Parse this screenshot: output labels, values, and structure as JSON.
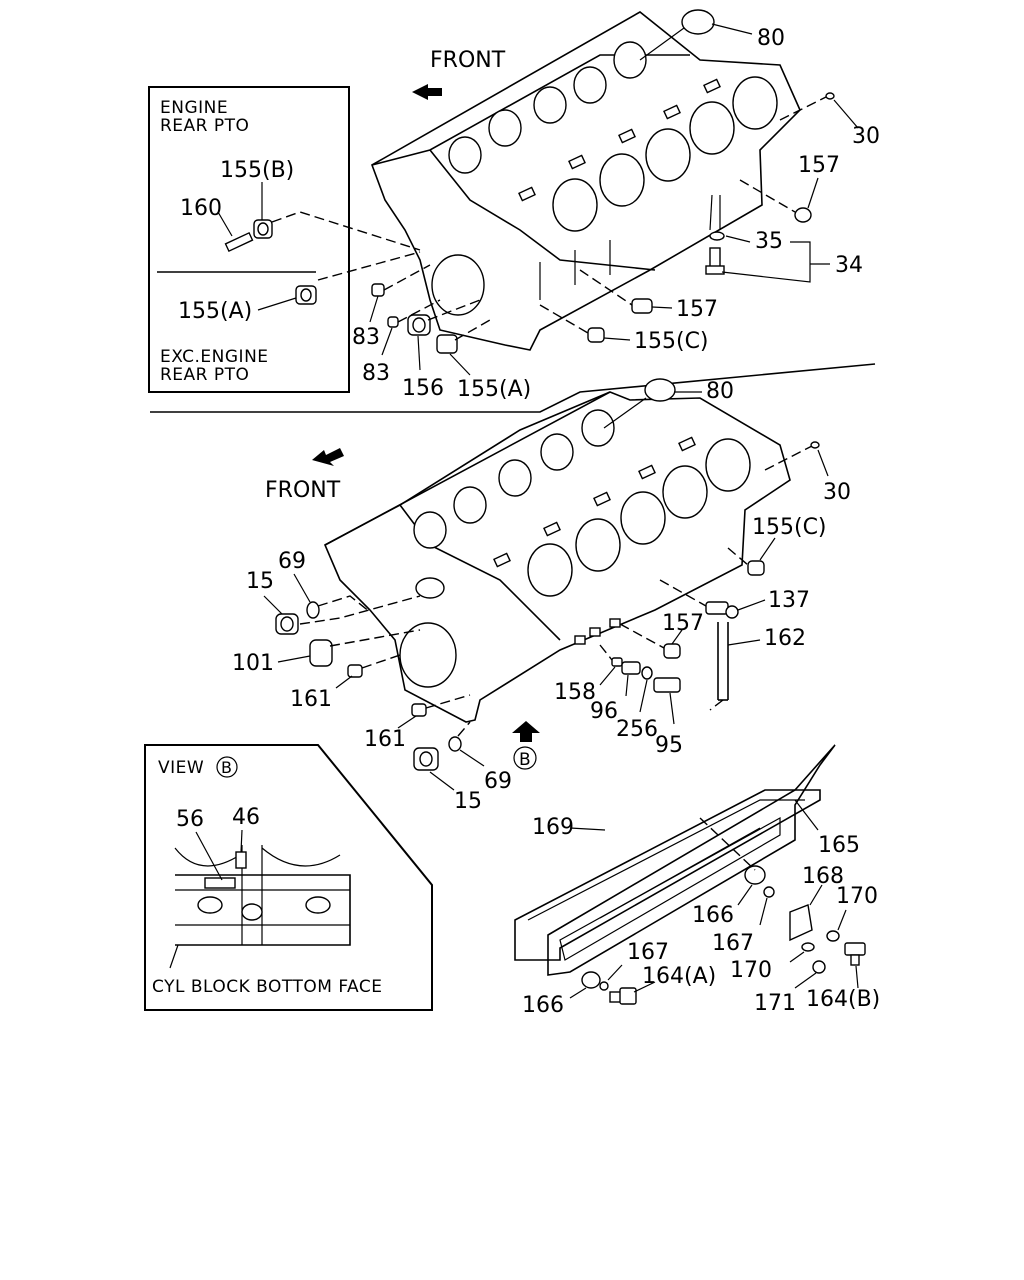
{
  "header": {
    "front_top": "FRONT",
    "front_middle": "FRONT"
  },
  "inset_top": {
    "engine_rear_pto_line1": "ENGINE",
    "engine_rear_pto_line2": "REAR PTO",
    "exc_line1": "EXC.ENGINE",
    "exc_line2": "REAR PTO",
    "label_155b": "155(B)",
    "label_160": "160",
    "label_155a": "155(A)"
  },
  "upper_block": {
    "label_80": "80",
    "label_30": "30",
    "label_157_right": "157",
    "label_35": "35",
    "label_34": "34",
    "label_157_lower": "157",
    "label_155c": "155(C)",
    "label_83_a": "83",
    "label_83_b": "83",
    "label_156": "156",
    "label_155a": "155(A)"
  },
  "lower_block": {
    "label_80": "80",
    "label_30": "30",
    "label_155c": "155(C)",
    "label_69_top": "69",
    "label_15_top": "15",
    "label_137": "137",
    "label_157": "157",
    "label_162": "162",
    "label_101": "101",
    "label_161_a": "161",
    "label_158": "158",
    "label_96": "96",
    "label_256": "256",
    "label_95": "95",
    "label_161_b": "161",
    "label_b_marker": "B",
    "label_69_bottom": "69",
    "label_15_bottom": "15"
  },
  "view_b": {
    "title": "VIEW",
    "marker": "B",
    "label_56": "56",
    "label_46": "46",
    "caption": "CYL BLOCK BOTTOM FACE"
  },
  "oil_pan": {
    "label_169": "169",
    "label_165": "165",
    "label_168": "168",
    "label_170_a": "170",
    "label_166_a": "166",
    "label_167_a": "167",
    "label_170_b": "170",
    "label_167_b": "167",
    "label_164a": "164(A)",
    "label_166_b": "166",
    "label_171": "171",
    "label_164b": "164(B)"
  }
}
